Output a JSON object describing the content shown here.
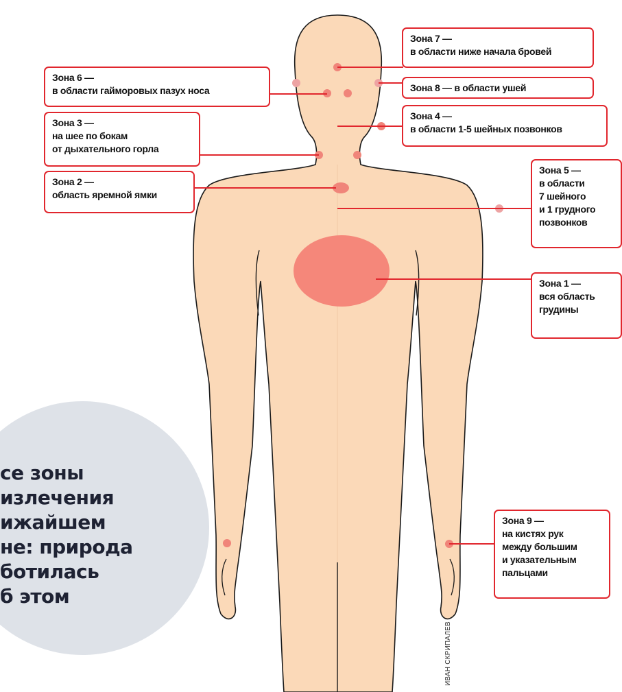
{
  "colors": {
    "skin": "#fbd9b8",
    "outline": "#1a1a1a",
    "accent": "#e1262d",
    "zone_dot": "#f0857a",
    "zone_dot_outside": "#eda3a3",
    "chest_zone": "#f5877a",
    "quote_circle": "#dee2e8",
    "quote_text": "#1e2233"
  },
  "zones": {
    "zone7": "Зона 7 —\nв области ниже начала бровей",
    "zone6": "Зона 6 —\nв области гайморовых пазух носа",
    "zone8": "Зона 8 — в области ушей",
    "zone3": "Зона 3 —\nна шее по бокам\nот дыхательного горла",
    "zone4": "Зона 4 —\nв области 1-5 шейных позвонков",
    "zone2": "Зона 2 —\nобласть яремной ямки",
    "zone5": "Зона 5 —\nв области\n7 шейного\nи 1 грудного\nпозвонков",
    "zone1": "Зона 1 —\nвся область\nгрудины",
    "zone9": "Зона 9 —\nна кистях рук\nмежду большим\nи указательным\nпальцами"
  },
  "quote": "се зоны\nизлечения\nижайшем\nне: природа\nботилась\nб этом",
  "credit": "ИВАН СКРИПАЛЕВ"
}
